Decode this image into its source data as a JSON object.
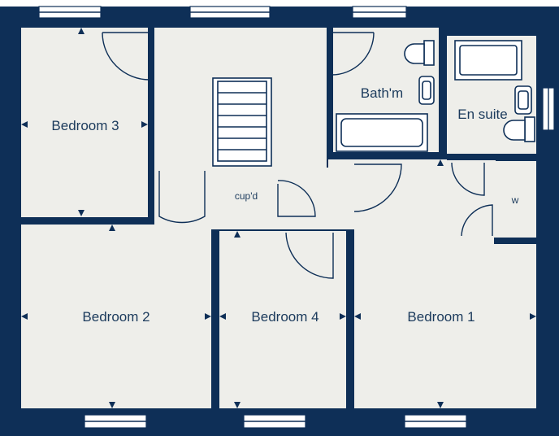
{
  "rooms": {
    "bedroom3": "Bedroom 3",
    "bathroom": "Bath'm",
    "ensuite": "En suite",
    "cupboard": "cup'd",
    "wardrobe": "w",
    "bedroom2": "Bedroom 2",
    "bedroom4": "Bedroom 4",
    "bedroom1": "Bedroom 1"
  },
  "colors": {
    "wall": "#0e2f57",
    "floor": "#eeeeea",
    "text": "#1b3a5c"
  }
}
